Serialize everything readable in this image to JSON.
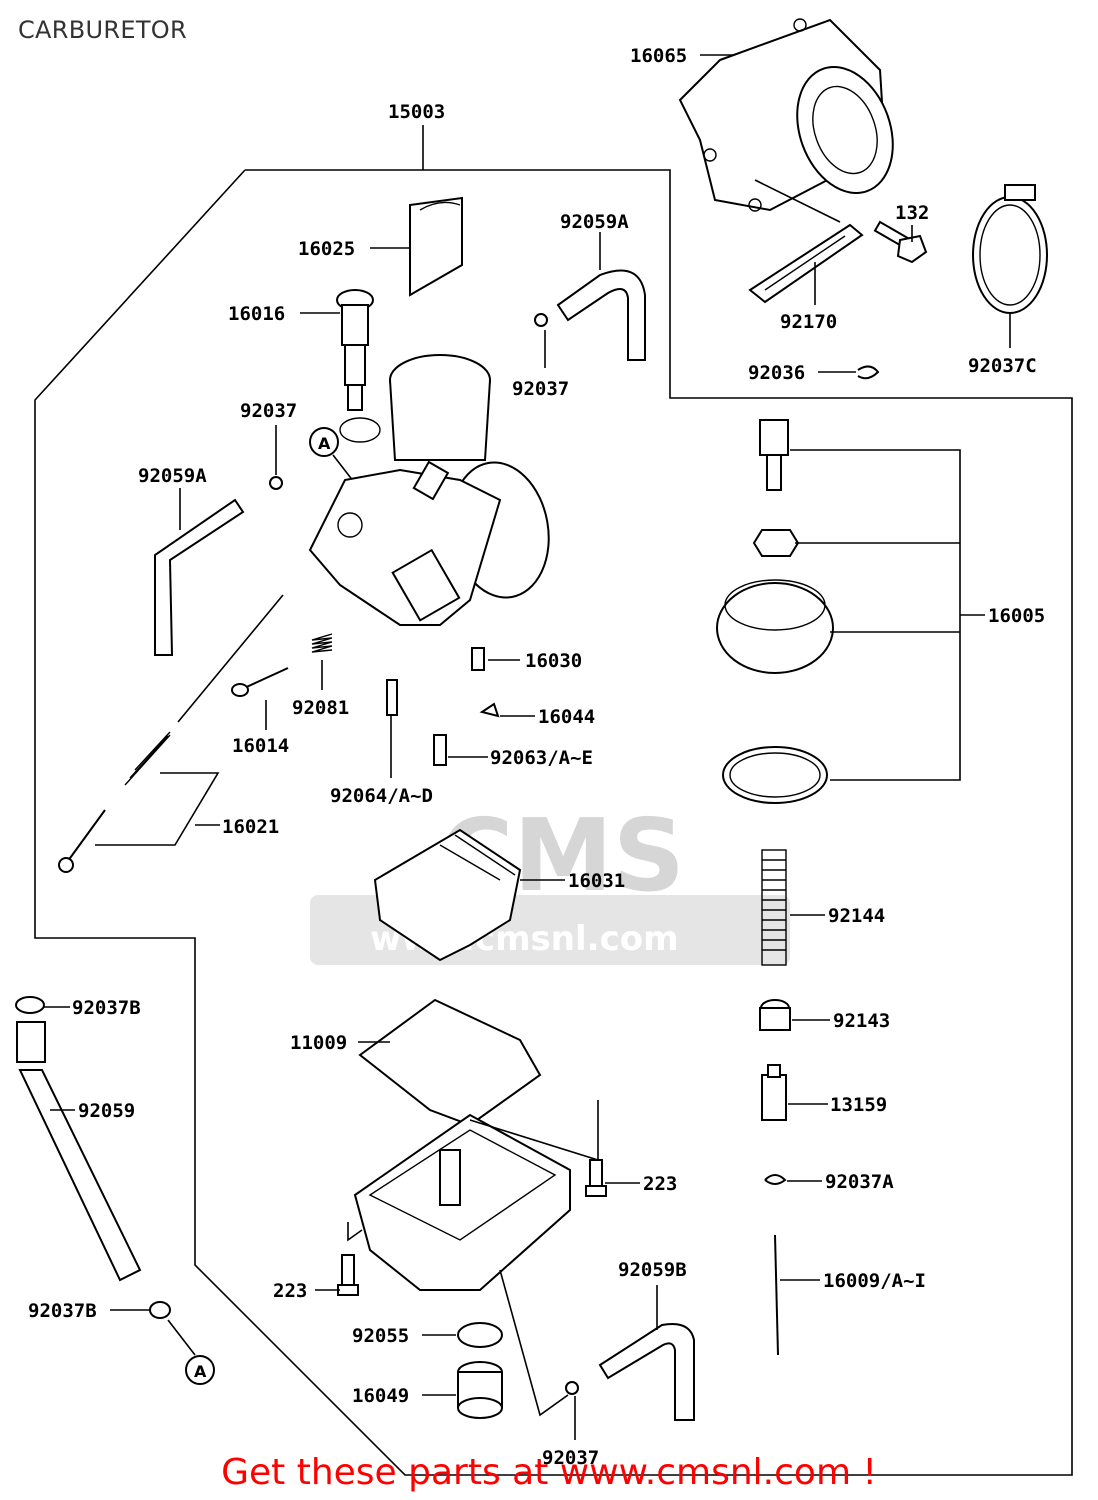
{
  "page": {
    "title": "CARBURETOR",
    "promo_text": "Get these parts at www.cmsnl.com !"
  },
  "watermark": {
    "text": "CMS",
    "url": "www.cmsnl.com"
  },
  "parts": {
    "p16065": "16065",
    "p15003": "15003",
    "p16025": "16025",
    "p92059A_top": "92059A",
    "p132": "132",
    "p16016": "16016",
    "p92170": "92170",
    "p92037C": "92037C",
    "p92037_top": "92037",
    "p92036": "92036",
    "p92037_left": "92037",
    "p92059A_left": "92059A",
    "p16005": "16005",
    "p16030": "16030",
    "p92081": "92081",
    "p16044": "16044",
    "p16014": "16014",
    "p92063": "92063/A~E",
    "p92064": "92064/A~D",
    "p16021": "16021",
    "p16031": "16031",
    "p92144": "92144",
    "p92037B_top": "92037B",
    "p11009": "11009",
    "p92143": "92143",
    "p92059": "92059",
    "p13159": "13159",
    "p223_right": "223",
    "p92037A": "92037A",
    "p92059B": "92059B",
    "p223_left": "223",
    "p16009": "16009/A~I",
    "p92037B_bottom": "92037B",
    "p92055": "92055",
    "p16049": "16049",
    "p92037_bottom": "92037",
    "ref_A_top": "A",
    "ref_A_bottom": "A"
  }
}
